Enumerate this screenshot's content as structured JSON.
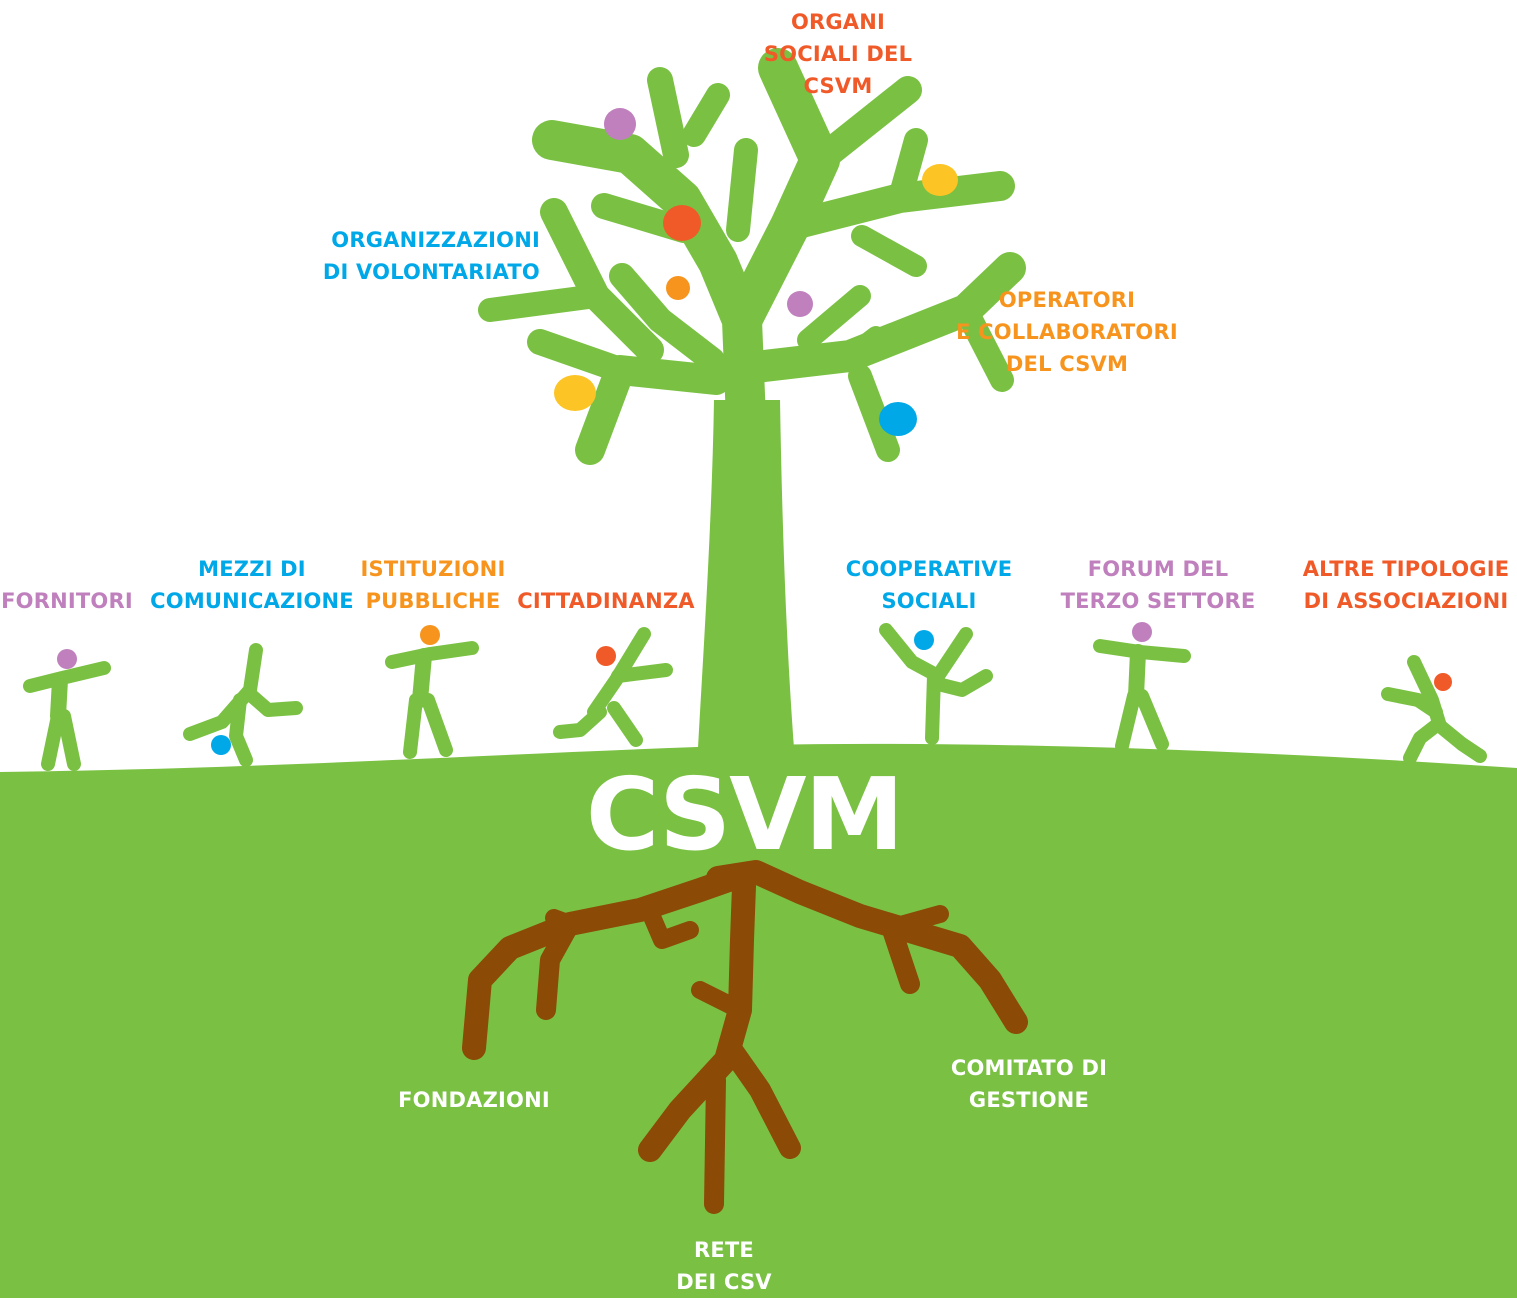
{
  "colors": {
    "green": "#7ac143",
    "brown": "#8b4a06",
    "orange_red": "#f05a28",
    "orange": "#f7941d",
    "blue": "#00a8e8",
    "purple": "#bf80bd",
    "yellow": "#fcc425",
    "white": "#ffffff"
  },
  "center_label": "CSVM",
  "canopy_labels": {
    "organi": {
      "lines": [
        "ORGANI",
        "SOCIALI DEL",
        "CSVM"
      ],
      "color_key": "orange_red"
    },
    "volontariato": {
      "lines": [
        "ORGANIZZAZIONI",
        "DI VOLONTARIATO"
      ],
      "color_key": "blue"
    },
    "operatori": {
      "lines": [
        "OPERATORI",
        "E COLLABORATORI",
        "DEL CSVM"
      ],
      "color_key": "orange"
    }
  },
  "figures": [
    {
      "lines": [
        "FORNITORI"
      ],
      "color_key": "purple"
    },
    {
      "lines": [
        "MEZZI DI",
        "COMUNICAZIONE"
      ],
      "color_key": "blue"
    },
    {
      "lines": [
        "ISTITUZIONI",
        "PUBBLICHE"
      ],
      "color_key": "orange"
    },
    {
      "lines": [
        "CITTADINANZA"
      ],
      "color_key": "orange_red"
    },
    {
      "lines": [
        "COOPERATIVE",
        "SOCIALI"
      ],
      "color_key": "blue"
    },
    {
      "lines": [
        "FORUM DEL",
        "TERZO SETTORE"
      ],
      "color_key": "purple"
    },
    {
      "lines": [
        "ALTRE TIPOLOGIE",
        "DI ASSOCIAZIONI"
      ],
      "color_key": "orange_red"
    }
  ],
  "root_labels": {
    "fondazioni": {
      "lines": [
        "FONDAZIONI"
      ]
    },
    "comitato": {
      "lines": [
        "COMITATO DI",
        "GESTIONE"
      ]
    },
    "rete": {
      "lines": [
        "RETE",
        "DEI CSV"
      ]
    }
  }
}
